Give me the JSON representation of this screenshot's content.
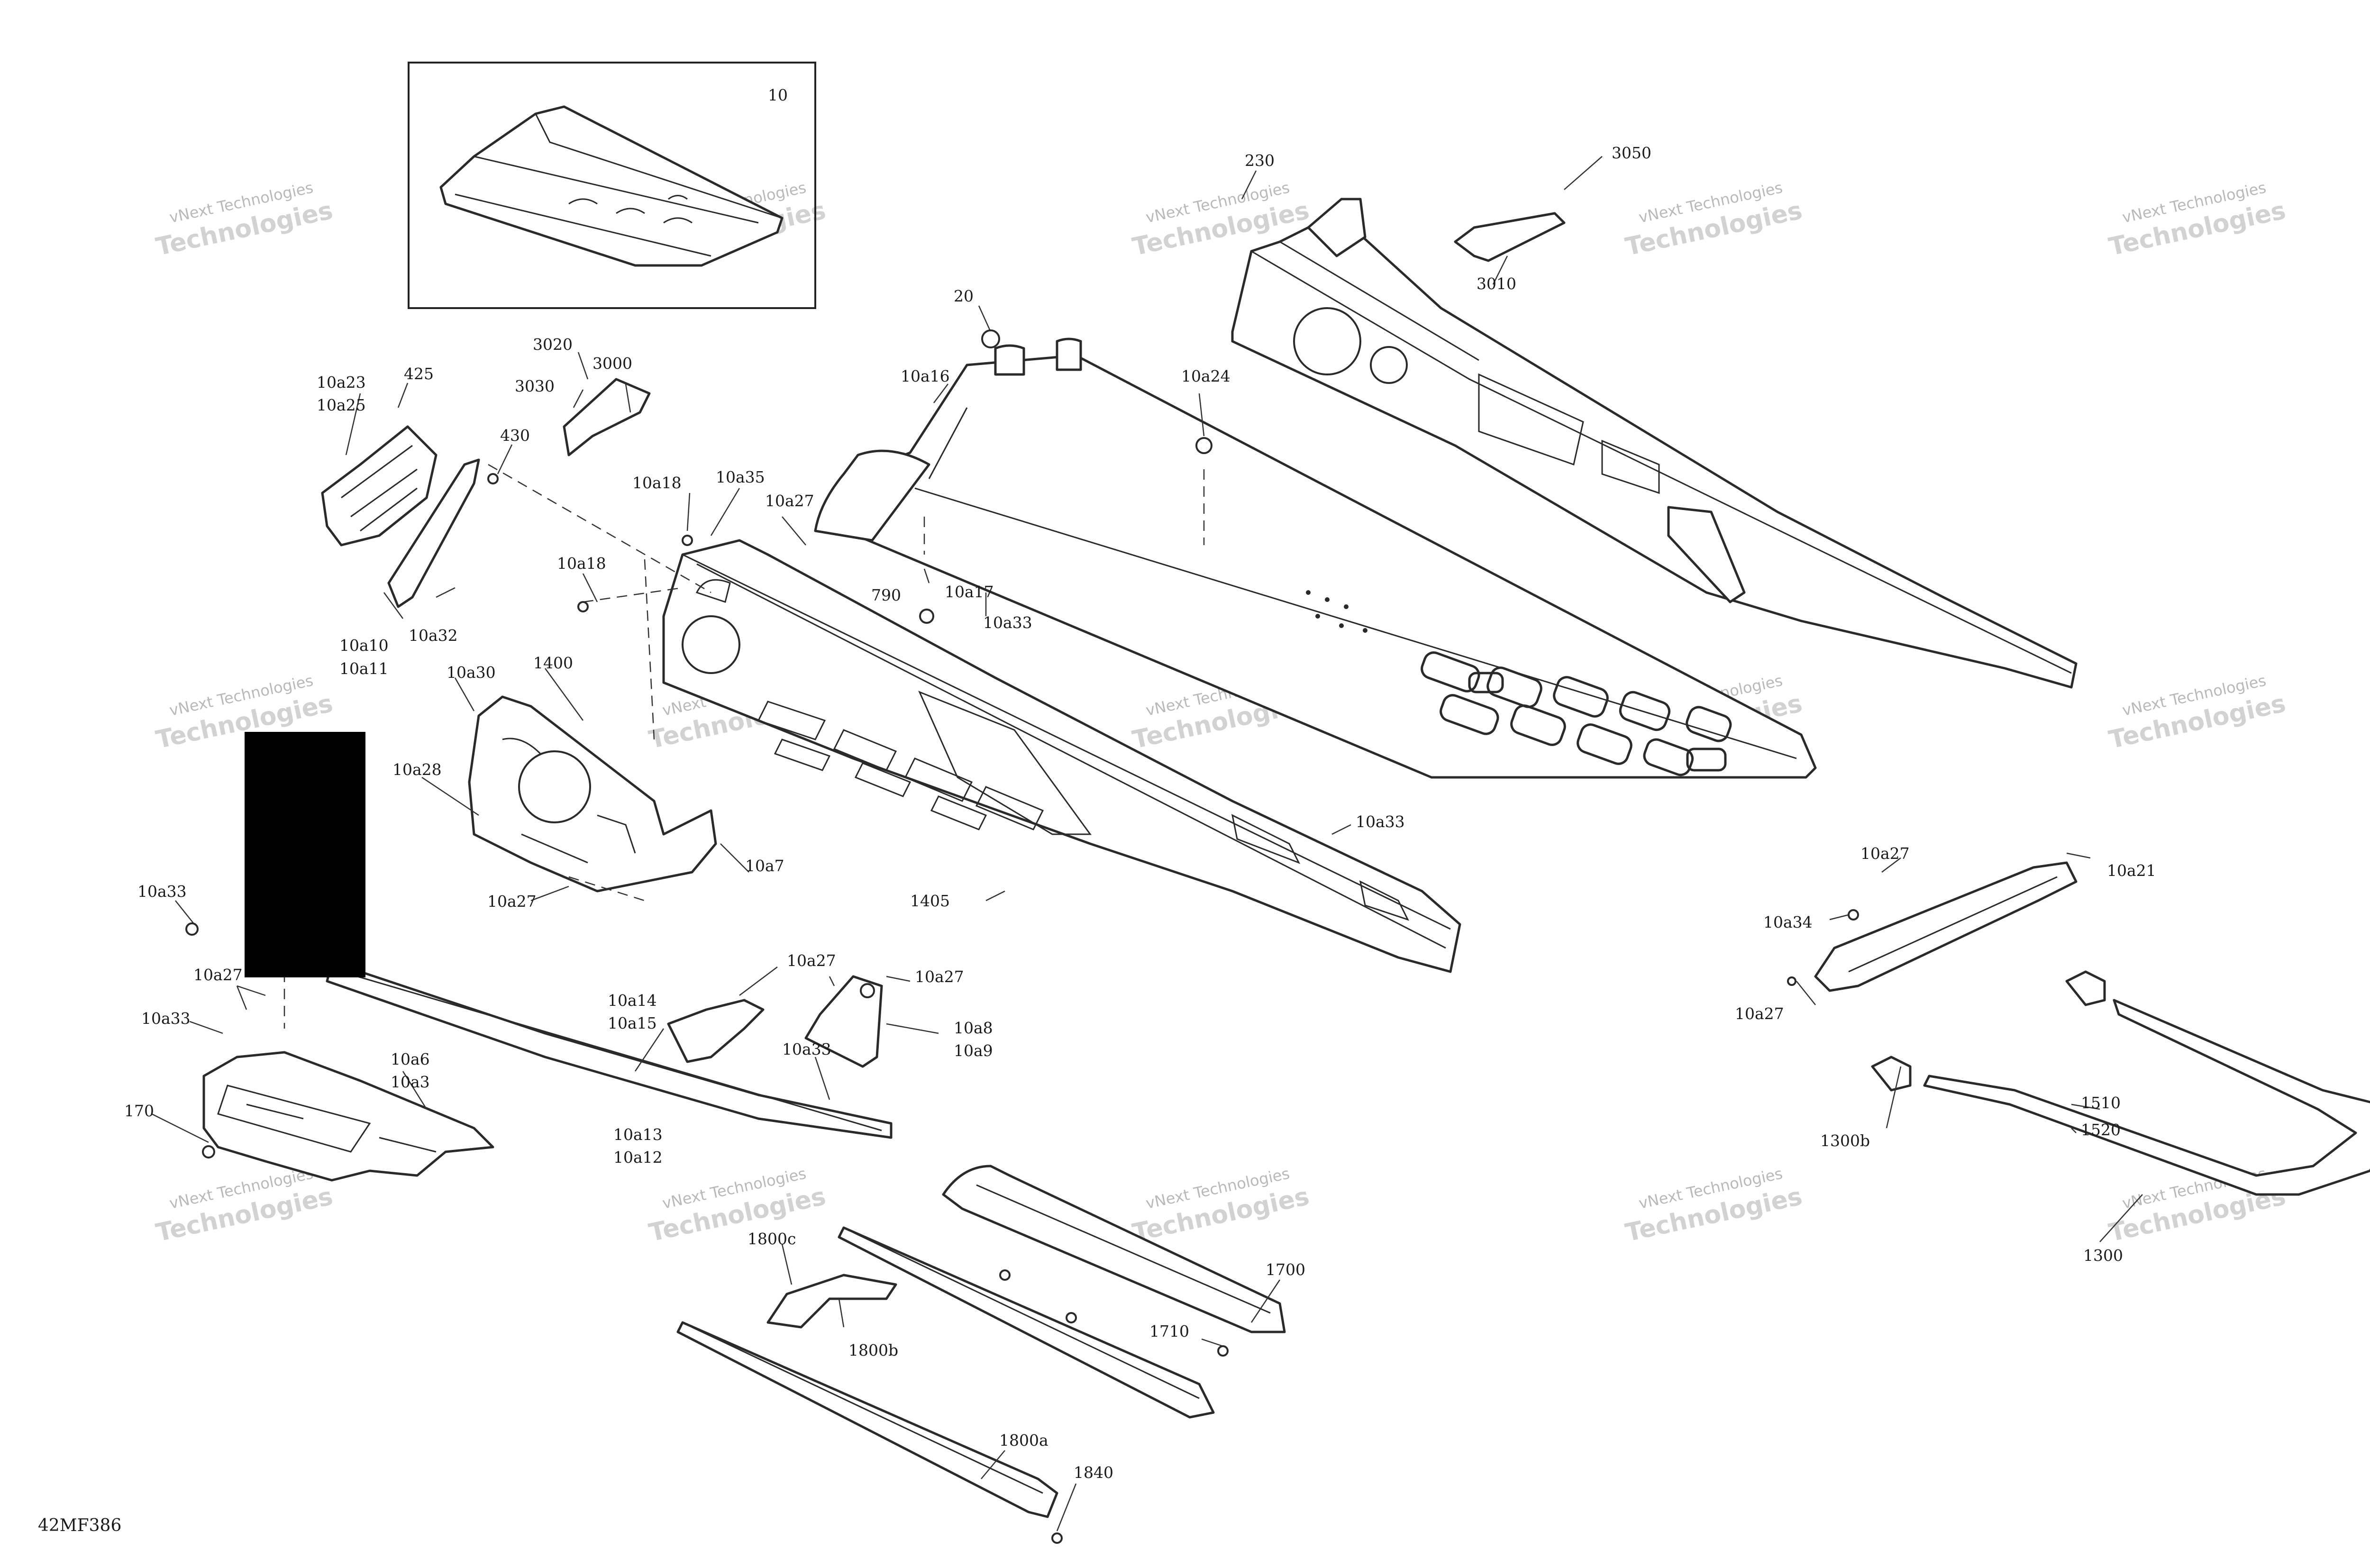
{
  "diagram_code": "42MF386",
  "watermark": {
    "line1": "vNext Technologies",
    "line2": "Technologies"
  },
  "inset": {
    "label": "10"
  },
  "callouts": {
    "c10a23": "10a23",
    "c10a25": "10a25",
    "c425": "425",
    "c430": "430",
    "c3020": "3020",
    "c3000": "3000",
    "c3030": "3030",
    "c10a10": "10a10",
    "c10a11": "10a11",
    "c10a32": "10a32",
    "c10a18a": "10a18",
    "c10a18b": "10a18",
    "c10a35": "10a35",
    "c10a27a": "10a27",
    "c20": "20",
    "c10a16": "10a16",
    "c790": "790",
    "c10a17": "10a17",
    "c10a33a": "10a33",
    "c10a24": "10a24",
    "c230": "230",
    "c3050": "3050",
    "c3010": "3010",
    "c10a30": "10a30",
    "c1400": "1400",
    "c10a28": "10a28",
    "c10a7": "10a7",
    "c10a27b": "10a27",
    "c1405": "1405",
    "c10a33b": "10a33",
    "c10a33c": "10a33",
    "c10a27c": "10a27",
    "c10a33d": "10a33",
    "c10a6": "10a6",
    "c10a3": "10a3",
    "c170": "170",
    "c10a13": "10a13",
    "c10a12": "10a12",
    "c10a14": "10a14",
    "c10a15": "10a15",
    "c10a27d": "10a27",
    "c10a27e": "10a27",
    "c10a8": "10a8",
    "c10a9": "10a9",
    "c10a33e": "10a33",
    "c10a27f": "10a27",
    "c10a21": "10a21",
    "c10a34": "10a34",
    "c10a27g": "10a27",
    "c1510": "1510",
    "c1520": "1520",
    "c1300b": "1300b",
    "c1300": "1300",
    "c1800c": "1800c",
    "c1800b": "1800b",
    "c1700": "1700",
    "c1710": "1710",
    "c1800a": "1800a",
    "c1840": "1840"
  },
  "colors": {
    "line": "#2a2a2a",
    "watermark": "#b9b9b9",
    "redaction": "#000000"
  }
}
